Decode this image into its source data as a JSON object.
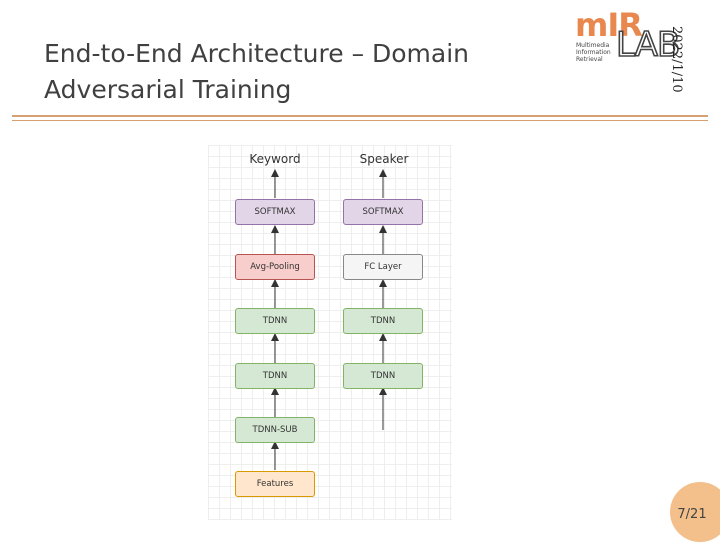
{
  "slide": {
    "title": "End-to-End Architecture – Domain Adversarial Training",
    "date": "2022/1/10",
    "page_number": "7/21"
  },
  "logo": {
    "brand_top": "mIR",
    "brand_bottom": "LAB",
    "tagline_1": "Multimedia",
    "tagline_2": "Information",
    "tagline_3": "Retrieval"
  },
  "diagram": {
    "keyword_column": {
      "label": "Keyword",
      "boxes": [
        {
          "text": "SOFTMAX",
          "fill": "#e1d5e7",
          "stroke": "#9673a6"
        },
        {
          "text": "Avg-Pooling",
          "fill": "#f8cecc",
          "stroke": "#b85450"
        },
        {
          "text": "TDNN",
          "fill": "#d5e8d4",
          "stroke": "#82b366"
        },
        {
          "text": "TDNN",
          "fill": "#d5e8d4",
          "stroke": "#82b366"
        },
        {
          "text": "TDNN-SUB",
          "fill": "#d5e8d4",
          "stroke": "#82b366"
        },
        {
          "text": "Features",
          "fill": "#ffe6cc",
          "stroke": "#d79b00"
        }
      ]
    },
    "speaker_column": {
      "label": "Speaker",
      "boxes": [
        {
          "text": "SOFTMAX",
          "fill": "#e1d5e7",
          "stroke": "#9673a6"
        },
        {
          "text": "FC Layer",
          "fill": "#f5f5f5",
          "stroke": "#888888"
        },
        {
          "text": "TDNN",
          "fill": "#d5e8d4",
          "stroke": "#82b366"
        },
        {
          "text": "TDNN",
          "fill": "#d5e8d4",
          "stroke": "#82b366"
        }
      ]
    }
  },
  "colors": {
    "accent_rule": "#d6a070",
    "page_circle": "#f3bf8a",
    "logo_orange": "#e8884e"
  }
}
